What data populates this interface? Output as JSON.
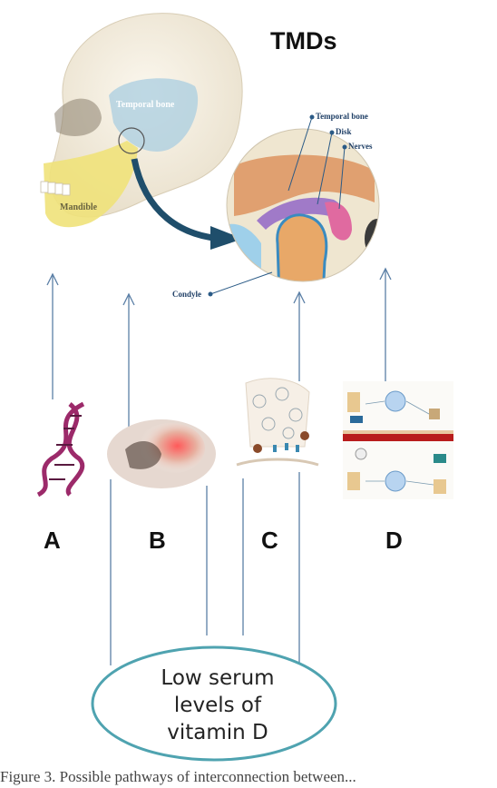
{
  "title": "TMDs",
  "skull_labels": {
    "temporal_bone": "Temporal bone",
    "mandible": "Mandible"
  },
  "inset_labels": {
    "temporal_bone": "Temporal bone",
    "disk": "Disk",
    "nerves": "Nerves",
    "condyle": "Condyle"
  },
  "factors": [
    {
      "letter": "A",
      "icon": "dna-icon"
    },
    {
      "letter": "B",
      "icon": "jaw-pain-icon"
    },
    {
      "letter": "C",
      "icon": "synapse-icon"
    },
    {
      "letter": "D",
      "icon": "vitamin-d-pathway-icon"
    }
  ],
  "oval": {
    "line1": "Low serum",
    "line2": "levels of",
    "line3": "vitamin D"
  },
  "caption": "Figure 3. Possible pathways of interconnection between...",
  "colors": {
    "arrow": "#5b7fa6",
    "oval_stroke": "#4fa3b0",
    "dark_arrow": "#1f4e6b",
    "dna": "#9c2a6a"
  }
}
